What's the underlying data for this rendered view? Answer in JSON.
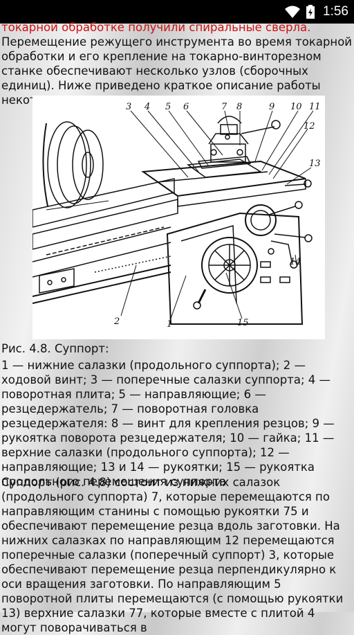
{
  "status_bar": {
    "time": "1:56"
  },
  "article": {
    "top_red_line": "токарной обработке получили спиральные сверла.",
    "intro": "Перемещение режущего инструмента во время токарной обработки и его крепление на токарно-винторезном станке обеспечивают несколько узлов (сборочных единиц). Ниже приведено краткое описание работы некоторых из них.",
    "figure": {
      "labels": [
        "1",
        "2",
        "3",
        "4",
        "5",
        "6",
        "7",
        "8",
        "9",
        "10",
        "11",
        "12",
        "13",
        "14",
        "15"
      ]
    },
    "caption_title": "Рис. 4.8. Суппорт:",
    "caption_legend": "1 — нижние салазки (продольного суппорта); 2 — ходовой винт; 3 — поперечные салазки суппорта; 4 — поворотная плита; 5 — направляющие; 6 — резцедержатель; 7 — поворотная головка резцедержателя: 8 — винт для крепления резцов; 9 — рукоятка поворота резцедержателя; 10 — гайка; 11 — верхние салазки (продольного суппорта); 12 — направляющие; 13 и 14 — рукоятки; 15 — рукоятка продольного перемещения суппорта",
    "body": "Суппорт (рис. 4.8) состоит из нижних салазок (продольного суппорта) 7, которые перемещаются по направляющим станины с помощью рукоятки 75 и обеспечивают перемещение резца вдоль заготовки. На нижних салазках по направляющим 12 перемещаются поперечные салазки (поперечный суппорт) 3, которые обеспечивают перемещение резца перпендикулярно к оси вращения заготовки. По направляющим 5 поворотной плиты перемещаются (с помощью рукоятки 13) верхние салазки 77, которые вместе с плитой 4 могут поворачиваться в"
  }
}
